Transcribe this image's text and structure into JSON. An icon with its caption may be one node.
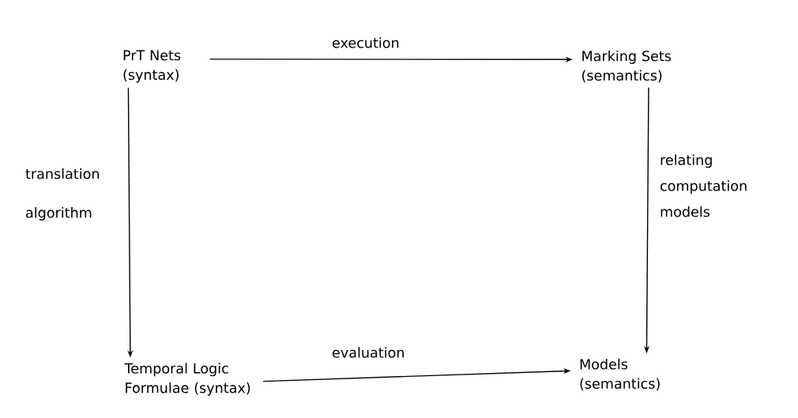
{
  "diagram": {
    "nodes": [
      {
        "text": [
          "PrT Nets (syntax)"
        ]
      },
      {
        "text": [
          "Marking Sets (semantics)"
        ]
      },
      {
        "text": [
          "Temporal Logic Formulae (syntax)"
        ]
      },
      {
        "text": [
          "Models (semantics)"
        ]
      }
    ],
    "edges": [
      {
        "from": 0,
        "to": 1,
        "arrow": "to",
        "label": "execution"
      },
      {
        "from": 0,
        "to": 2,
        "arrow": "to",
        "label": "translation algorithm"
      },
      {
        "from": 1,
        "to": 3,
        "arrow": "to",
        "label": "relating computation models"
      },
      {
        "from": 2,
        "to": 3,
        "arrow": "to",
        "label": "evaluation"
      }
    ]
  }
}
